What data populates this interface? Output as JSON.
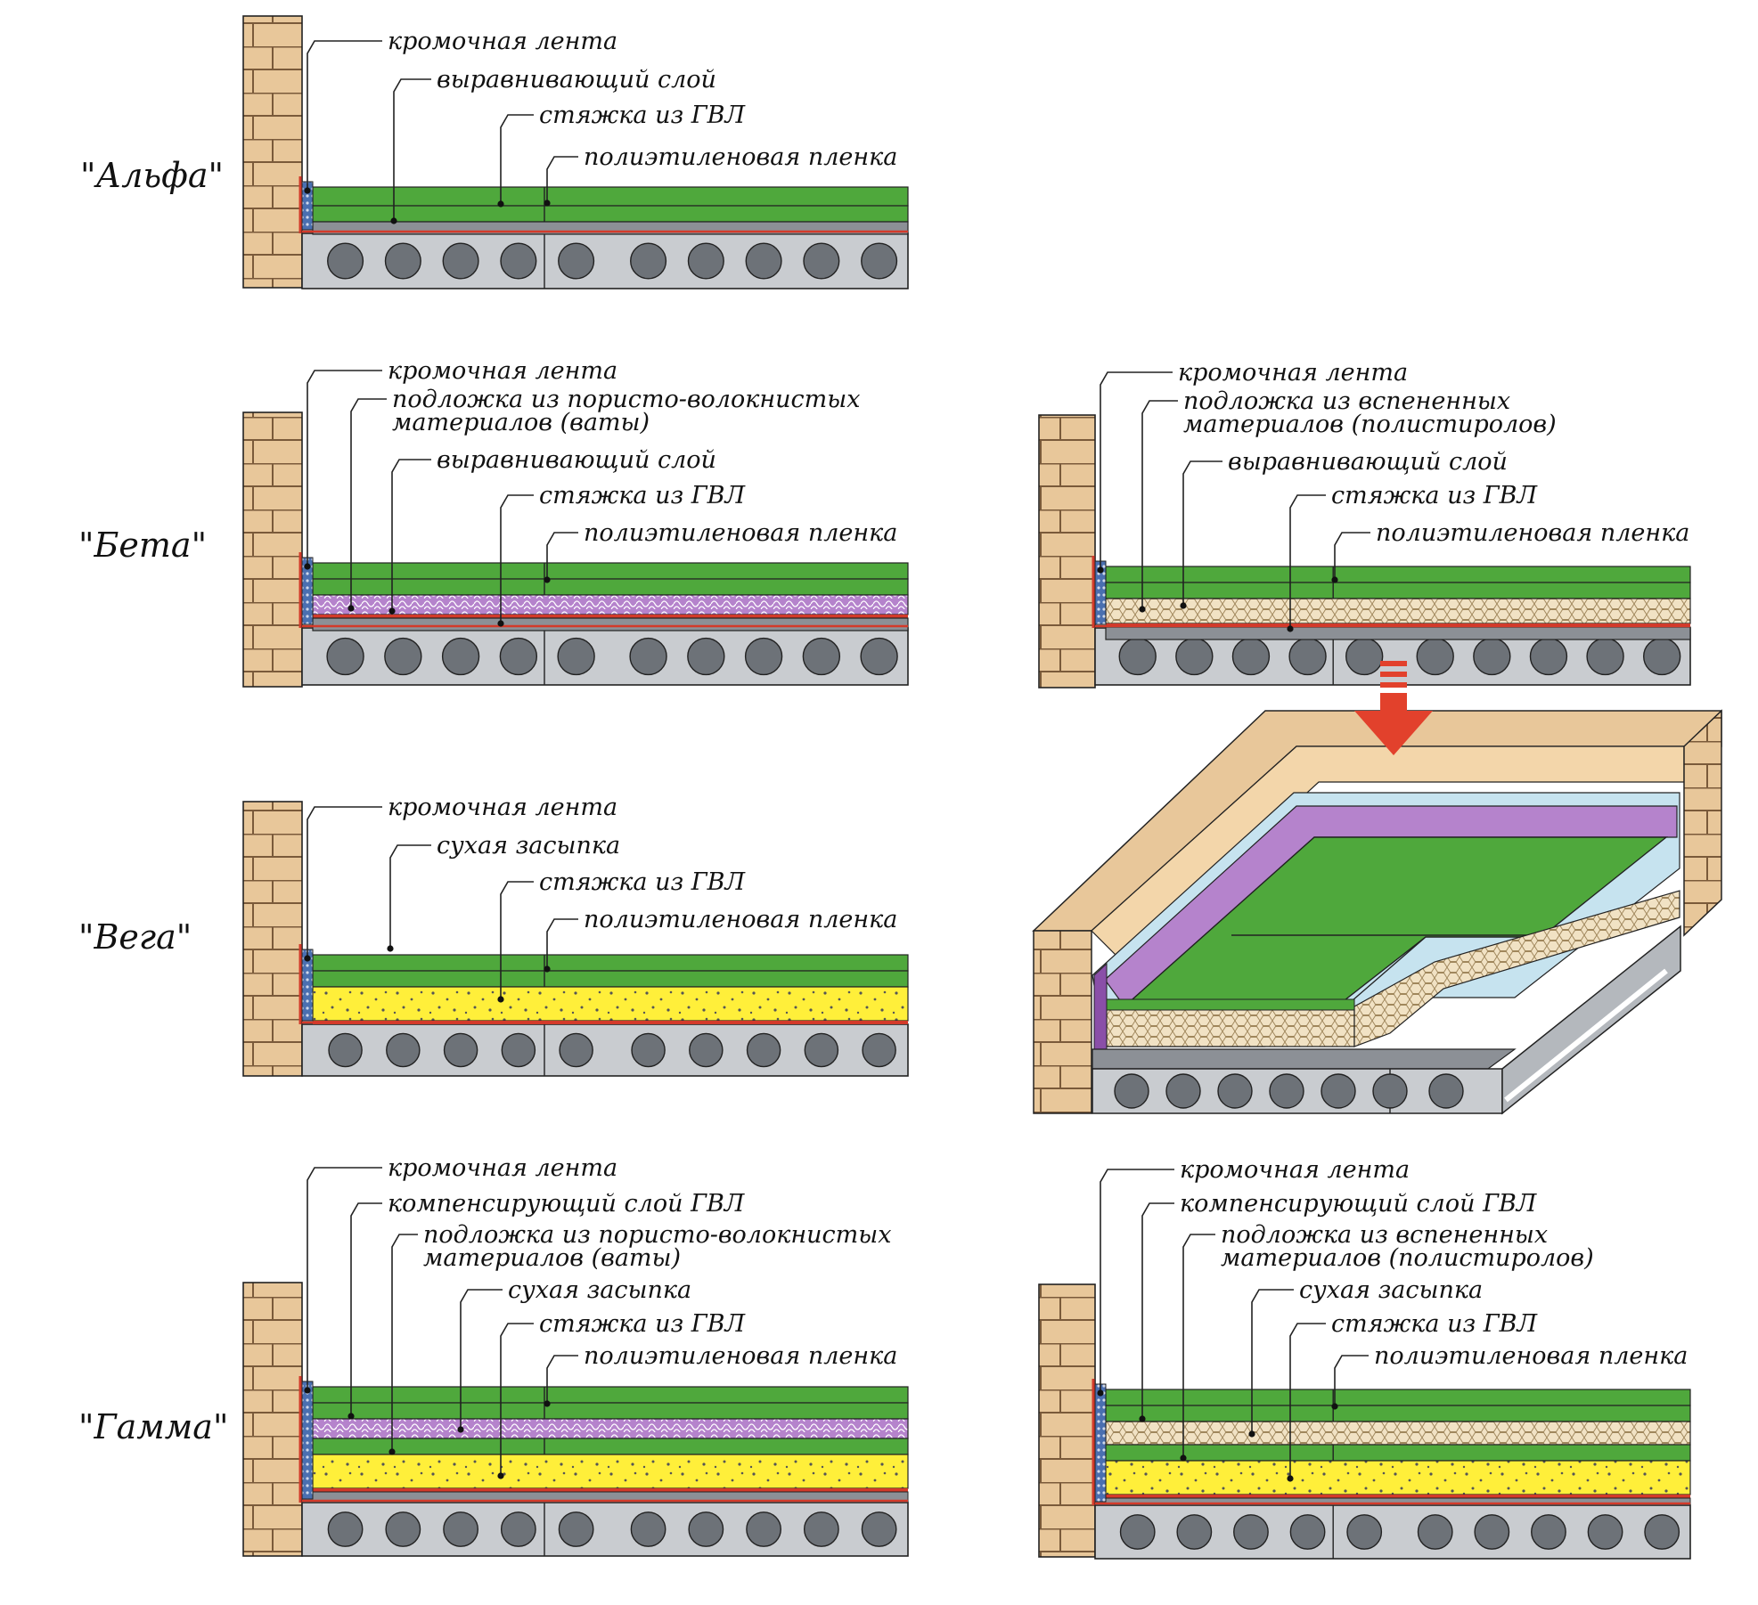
{
  "colors": {
    "brick": "#e8c79a",
    "mortar": "#7a5a3a",
    "gvl": "#4fa83c",
    "slab": "#c9ccd0",
    "screed": "#8c9096",
    "hole": "#6d7278",
    "film": "#d33a2a",
    "wool": "#b583cc",
    "foam": "#f1e2c4",
    "sand": "#ffef3a",
    "tape": "#4a6fb0",
    "arrow": "#e2412c"
  },
  "diagrams": [
    {
      "id": "alfa",
      "title": "\"Альфа\"",
      "labels": [
        "кромочная лента",
        "выравнивающий слой",
        "стяжка из ГВЛ",
        "полиэтиленовая пленка"
      ]
    },
    {
      "id": "beta-wool",
      "title": "\"Бета\"",
      "labels": [
        "кромочная лента",
        "подложка из пористо-волокнистых",
        "материалов (ваты)",
        "выравнивающий слой",
        "стяжка из ГВЛ",
        "полиэтиленовая пленка"
      ]
    },
    {
      "id": "beta-foam",
      "title": "",
      "labels": [
        "кромочная лента",
        "подложка из вспененных",
        "материалов (полистиролов)",
        "выравнивающий слой",
        "стяжка из ГВЛ",
        "полиэтиленовая пленка"
      ]
    },
    {
      "id": "vega",
      "title": "\"Вега\"",
      "labels": [
        "кромочная лента",
        "сухая засыпка",
        "стяжка из ГВЛ",
        "полиэтиленовая пленка"
      ]
    },
    {
      "id": "gamma-wool",
      "title": "\"Гамма\"",
      "labels": [
        "кромочная лента",
        "компенсирующий слой ГВЛ",
        "подложка из пористо-волокнистых",
        "материалов (ваты)",
        "сухая засыпка",
        "стяжка из ГВЛ",
        "полиэтиленовая пленка"
      ]
    },
    {
      "id": "gamma-foam",
      "title": "",
      "labels": [
        "кромочная лента",
        "компенсирующий слой ГВЛ",
        "подложка из вспененных",
        "материалов (полистиролов)",
        "сухая засыпка",
        "стяжка из ГВЛ",
        "полиэтиленовая пленка"
      ]
    }
  ],
  "illustration": {
    "name": "isometric-floor-cutaway",
    "arrow_icon": "down-arrow-icon"
  }
}
